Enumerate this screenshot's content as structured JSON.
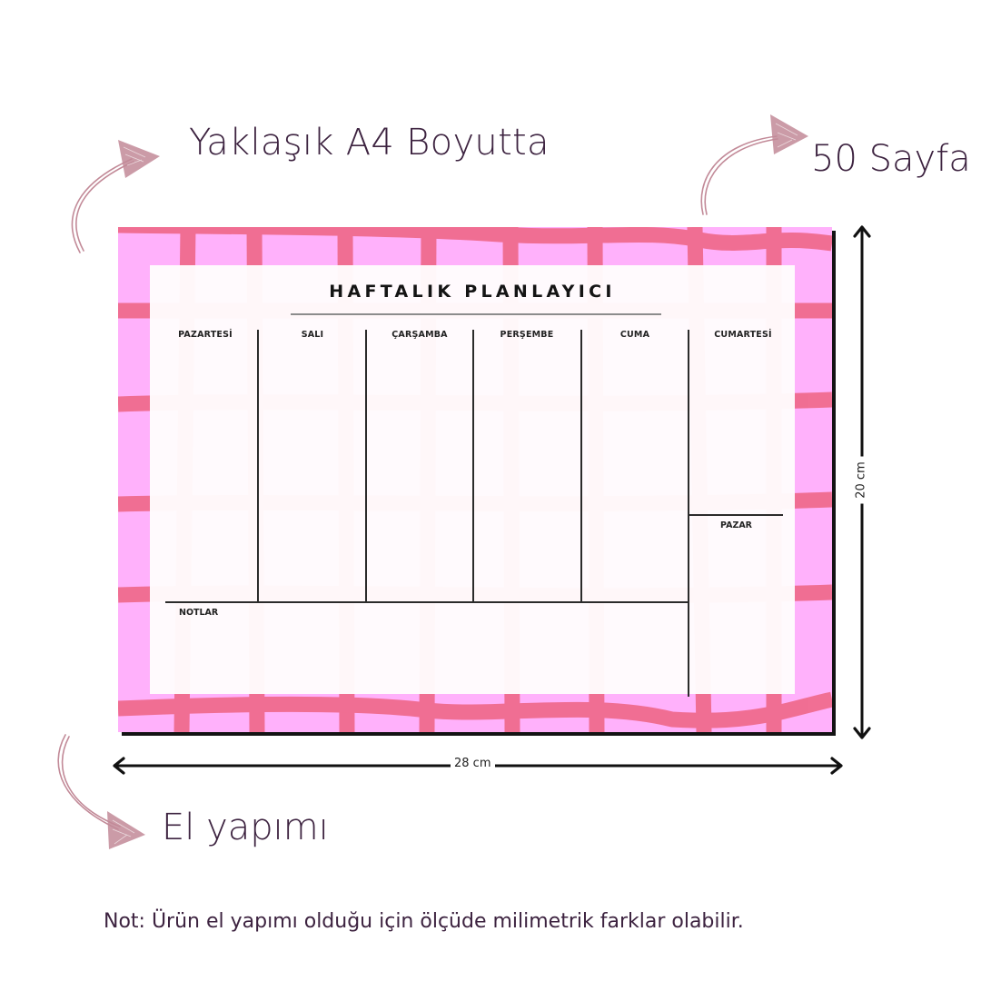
{
  "captions": {
    "size": "Yaklaşık A4 Boyutta",
    "pages": "50 Sayfa",
    "handmade": "El yapımı",
    "footnote": "Not: Ürün el yapımı olduğu için ölçüde milimetrik farklar olabilir."
  },
  "dimensions": {
    "width": "28 cm",
    "height": "20 cm"
  },
  "planner": {
    "title": "HAFTALIK PLANLAYICI",
    "days": [
      "PAZARTESİ",
      "SALI",
      "ÇARŞAMBA",
      "PERŞEMBE",
      "CUMA",
      "CUMARTESİ"
    ],
    "sunday": "PAZAR",
    "notes": "NOTLAR"
  },
  "colors": {
    "text": "#3d2340",
    "board_pink": "#ffb1fb",
    "stripe": "#f06b8e",
    "arrow_sketch": "#c28a98",
    "lines": "#2b2b2b"
  },
  "icons": {
    "sketch_arrows": [
      "curved-arrow-up-right",
      "curved-arrow-up-right",
      "curved-arrow-down-right"
    ],
    "dimension_arrows": [
      "double-arrow-horizontal",
      "double-arrow-vertical"
    ]
  }
}
